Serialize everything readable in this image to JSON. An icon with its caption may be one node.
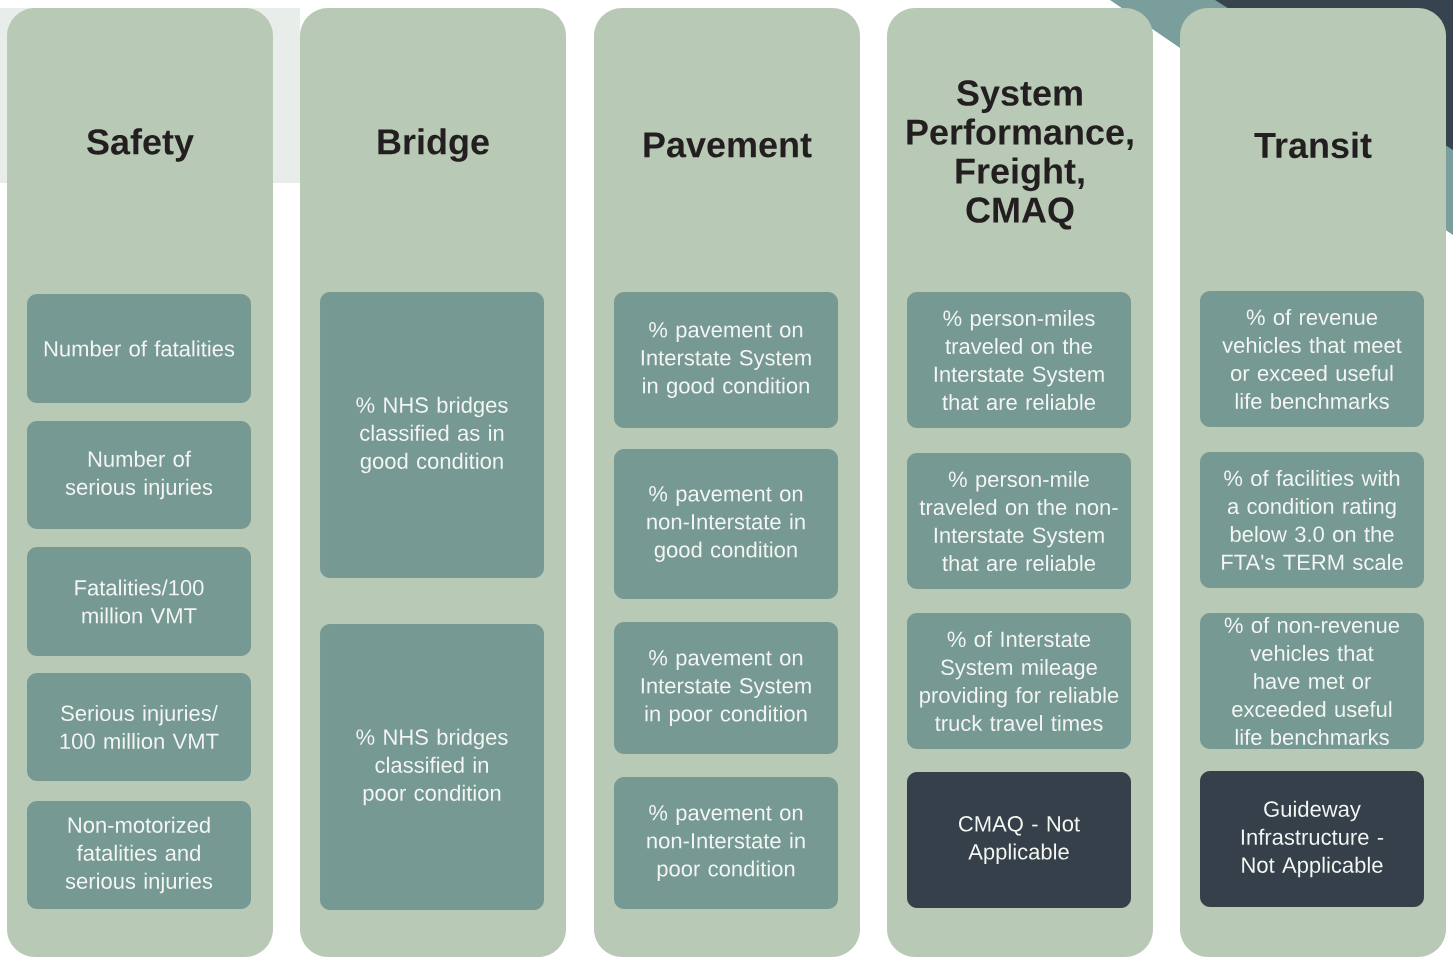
{
  "diagram": {
    "nodes": [
      {
        "text": [
          "Safety"
        ]
      },
      {
        "text": [
          "Number of fatalities"
        ],
        "in": 0
      },
      {
        "text": [
          "Number of serious injuries"
        ],
        "in": 0
      },
      {
        "text": [
          "Fatalities/100 million VMT"
        ],
        "in": 0
      },
      {
        "text": [
          "Serious injuries/ 100 million VMT"
        ],
        "in": 0
      },
      {
        "text": [
          "Non-motorized fatalities and serious injuries"
        ],
        "in": 0
      },
      {
        "text": [
          "Bridge"
        ]
      },
      {
        "text": [
          "% NHS bridges classified as in good condition"
        ],
        "in": 6
      },
      {
        "text": [
          "% NHS bridges classified in poor condition"
        ],
        "in": 6
      },
      {
        "text": [
          "Pavement"
        ]
      },
      {
        "text": [
          "% pavement on Interstate System in good condition"
        ],
        "in": 9
      },
      {
        "text": [
          "% pavement on non-Interstate in good condition"
        ],
        "in": 9
      },
      {
        "text": [
          "% pavement on Interstate System in poor condition"
        ],
        "in": 9
      },
      {
        "text": [
          "% pavement on non-Interstate in poor condition"
        ],
        "in": 9
      },
      {
        "text": [
          "System Performance, Freight, CMAQ"
        ]
      },
      {
        "text": [
          "% person-miles traveled on the Interstate System that are reliable"
        ],
        "in": 14
      },
      {
        "text": [
          "% person-mile traveled on the non-Interstate System that are reliable"
        ],
        "in": 14
      },
      {
        "text": [
          "% of Interstate System mileage providing for reliable truck travel times"
        ],
        "in": 14
      },
      {
        "text": [
          "CMAQ - Not Applicable"
        ],
        "in": 14
      },
      {
        "text": [
          "Transit"
        ]
      },
      {
        "text": [
          "% of revenue vehicles that meet or exceed useful life benchmarks"
        ],
        "in": 19
      },
      {
        "text": [
          "% of facilities with a condition rating below 3.0 on the FTA's TERM scale"
        ],
        "in": 19
      },
      {
        "text": [
          "% of non-revenue vehicles that have met or exceeded useful life benchmarks"
        ],
        "in": 19
      },
      {
        "text": [
          "Guideway Infrastructure - Not Applicable"
        ],
        "in": 19
      }
    ]
  }
}
